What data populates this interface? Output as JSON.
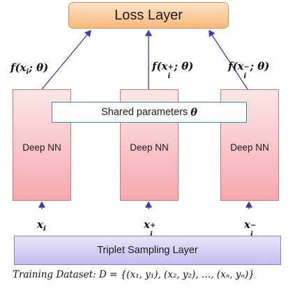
{
  "title": "Loss Layer",
  "branches": [
    {
      "nn_label": "Deep NN",
      "input_label": "x",
      "input_sup": "",
      "output_label": "f(x",
      "output_sup": "",
      "output_tail": "; θ)"
    },
    {
      "nn_label": "Deep NN",
      "input_label": "x",
      "input_sup": "+",
      "output_label": "f(x",
      "output_sup": "+",
      "output_tail": "; θ)"
    },
    {
      "nn_label": "Deep NN",
      "input_label": "x",
      "input_sup": "−",
      "output_label": "f(x",
      "output_sup": "−",
      "output_tail": "; θ)"
    }
  ],
  "shared": {
    "label": "Shared parameters",
    "symbol": "θ"
  },
  "sampling_label": "Triplet Sampling Layer",
  "caption": "Training Dataset: D = {(x₁, y₁), (x₂, y₂), …, (xₙ, yₙ)}",
  "colors": {
    "arrow": "#3b3bb0",
    "loss_fill": "#f7ba7c",
    "nn_fill": "#f4a8ae",
    "shared_border": "#2f8fa8",
    "sampling_fill": "#c6bdef"
  }
}
